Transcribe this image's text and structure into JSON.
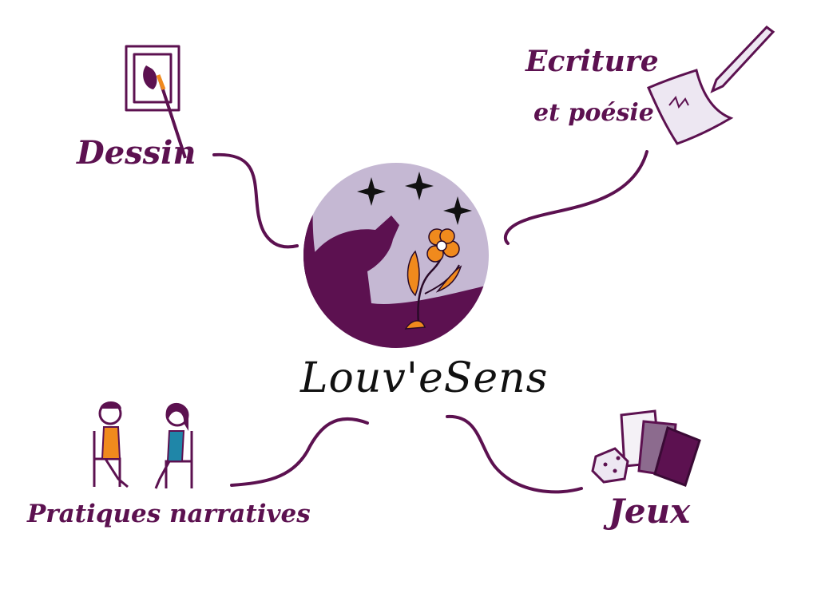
{
  "center": {
    "title": "Louv'eSens"
  },
  "branches": {
    "dessin": {
      "label": "Dessin"
    },
    "ecriture": {
      "line1": "Ecriture",
      "line2": "et poésie"
    },
    "pratiques": {
      "label": "Pratiques narratives"
    },
    "jeux": {
      "label": "Jeux"
    }
  },
  "colors": {
    "purple": "#5c1150",
    "lavender": "#c5b8d3",
    "orange": "#f08a1d",
    "text": "#111111"
  },
  "icons": [
    "framed-drawing-icon",
    "paper-and-pen-icon",
    "two-people-talking-icon",
    "cards-and-dice-icon",
    "wolf-moon-logo-icon"
  ]
}
